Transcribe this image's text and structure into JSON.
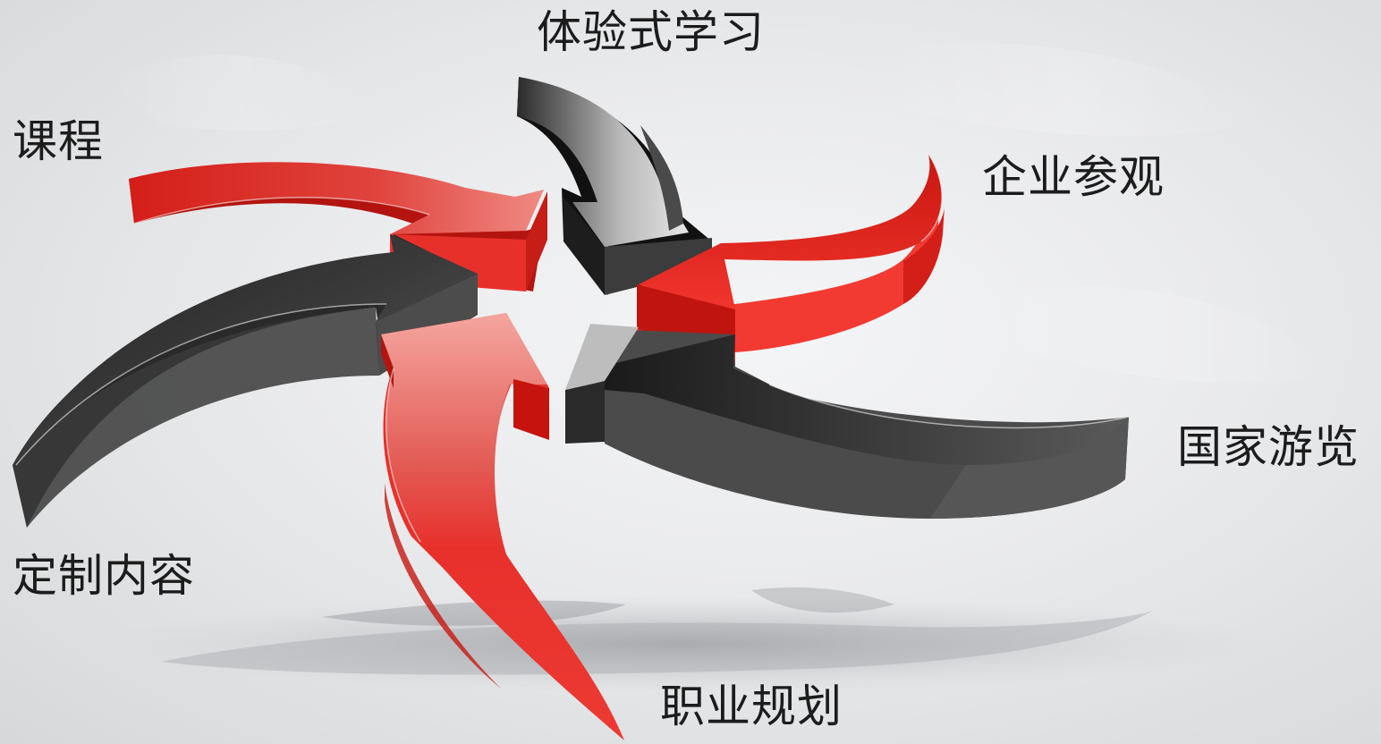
{
  "diagram": {
    "labels": {
      "top": "体验式学习",
      "upper_left": "课程",
      "upper_right": "企业参观",
      "lower_right": "国家游览",
      "lower_left": "定制内容",
      "bottom": "职业规划"
    },
    "arrows": [
      {
        "name": "arrow-top",
        "color": "#4a4a4a",
        "label_key": "top"
      },
      {
        "name": "arrow-upper-left",
        "color": "#e8302b",
        "label_key": "upper_left"
      },
      {
        "name": "arrow-upper-right",
        "color": "#e8302b",
        "label_key": "upper_right"
      },
      {
        "name": "arrow-lower-right",
        "color": "#4a4a4a",
        "label_key": "lower_right"
      },
      {
        "name": "arrow-lower-left",
        "color": "#4a4a4a",
        "label_key": "lower_left"
      },
      {
        "name": "arrow-bottom",
        "color": "#e8302b",
        "label_key": "bottom"
      }
    ],
    "colors": {
      "red": "#e8302b",
      "dark_red": "#b3140f",
      "dark": "#4a4a4a",
      "black": "#1e1e1e"
    }
  }
}
